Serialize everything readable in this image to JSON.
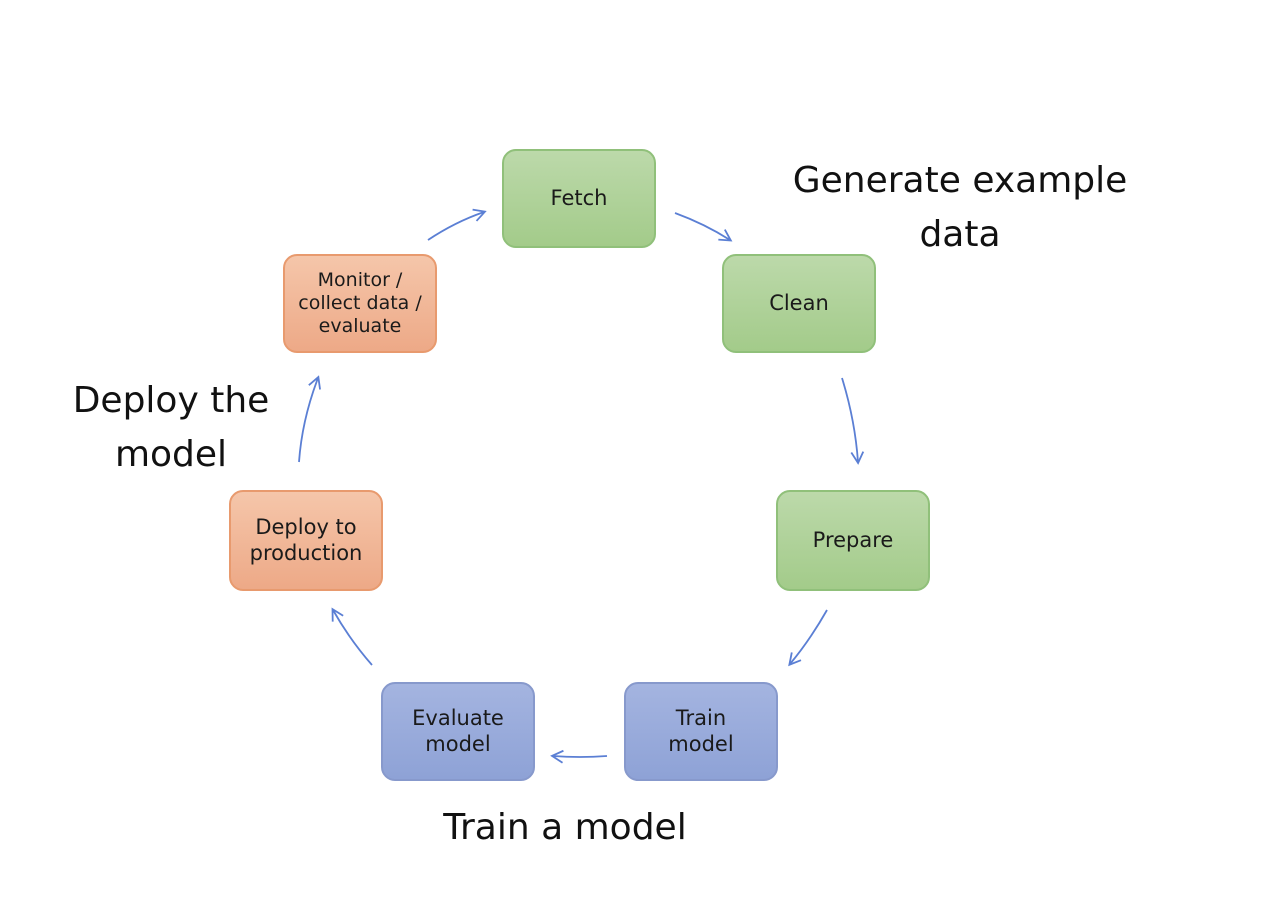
{
  "nodes": {
    "fetch": "Fetch",
    "clean": "Clean",
    "prepare": "Prepare",
    "train": "Train\nmodel",
    "evaluate": "Evaluate\nmodel",
    "deploy": "Deploy to\nproduction",
    "monitor": "Monitor /\ncollect data /\nevaluate"
  },
  "groups": {
    "generate": "Generate example\ndata",
    "train": "Train a model",
    "deploy": "Deploy the\nmodel"
  },
  "colors": {
    "data_stage": "#a9cf93",
    "training_stage": "#93a6d8",
    "deployment_stage": "#f0b393",
    "arrow": "#5b7fd4"
  }
}
